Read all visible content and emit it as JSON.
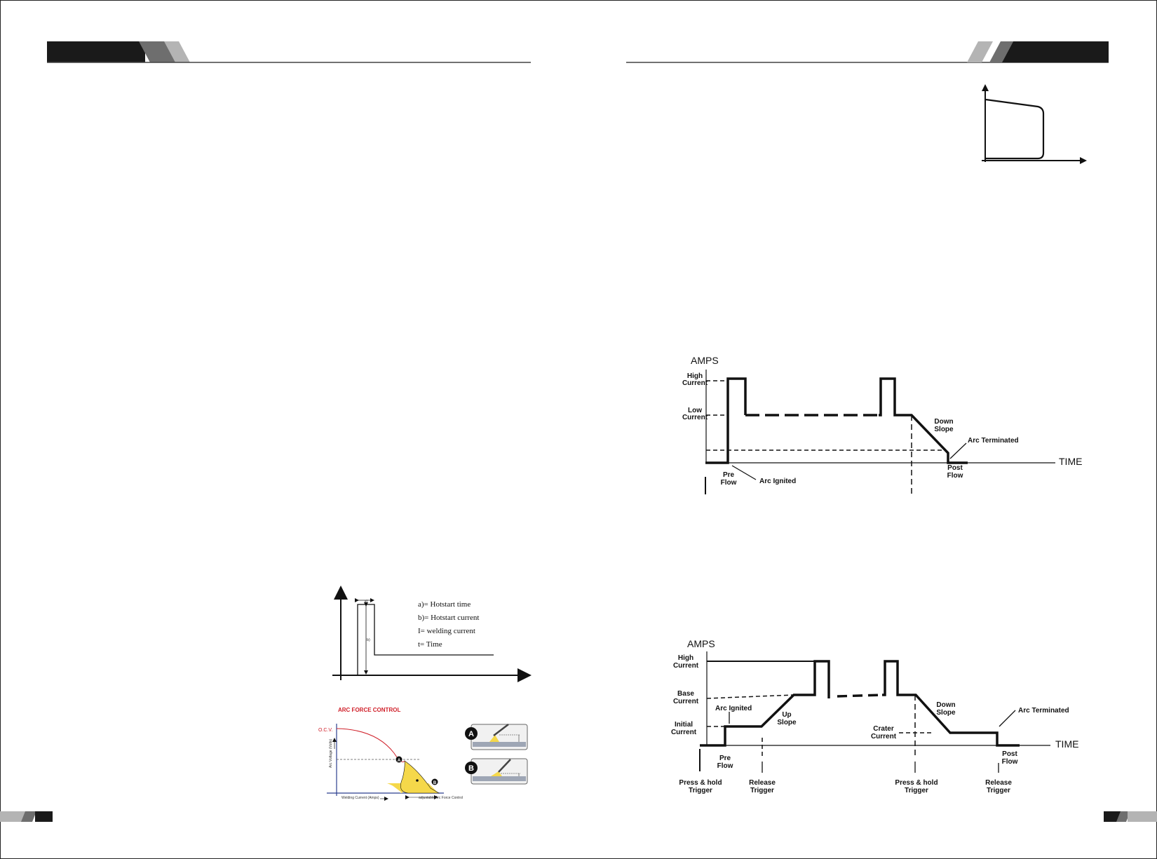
{
  "colors": {
    "bar_dark": "#1a1a1a",
    "bar_mid": "#6e6e6e",
    "bar_light": "#b4b4b4",
    "arc_red": "#d0202a",
    "fill_yellow": "#f5d84a"
  },
  "hotstart": {
    "labels": {
      "a": "a)",
      "b": "b)"
    },
    "legend": [
      "a)= Hotstart time",
      "b)= Hotstart current",
      "I= welding current",
      "t= Time"
    ]
  },
  "arc_force": {
    "title": "ARC FORCE CONTROL",
    "ocv": "O.C.V.",
    "y_axis": "Arc Voltage (Volts)",
    "x_axis": "Welding Current (Amps)",
    "adjustable": "adjustable Arc Force Control",
    "point_a": "A",
    "point_b": "B"
  },
  "diagram2t": {
    "amps": "AMPS",
    "time": "TIME",
    "high_current": [
      "High",
      "Current"
    ],
    "low_current": [
      "Low",
      "Current"
    ],
    "down_slope": [
      "Down",
      "Slope"
    ],
    "arc_terminated": "Arc Terminated",
    "pre_flow": [
      "Pre",
      "Flow"
    ],
    "arc_ignited": "Arc Ignited",
    "post_flow": [
      "Post",
      "Flow"
    ]
  },
  "diagram4t": {
    "amps": "AMPS",
    "time": "TIME",
    "high_current": [
      "High",
      "Current"
    ],
    "base_current": [
      "Base",
      "Current"
    ],
    "initial_current": [
      "Initial",
      "Current"
    ],
    "arc_ignited": "Arc Ignited",
    "up_slope": [
      "Up",
      "Slope"
    ],
    "down_slope": [
      "Down",
      "Slope"
    ],
    "crater_current": [
      "Crater",
      "Current"
    ],
    "arc_terminated": "Arc Terminated",
    "pre_flow": [
      "Pre",
      "Flow"
    ],
    "post_flow": [
      "Post",
      "Flow"
    ],
    "press_hold_1": [
      "Press & hold",
      "Trigger"
    ],
    "release_1": [
      "Release",
      "Trigger"
    ],
    "press_hold_2": [
      "Press & hold",
      "Trigger"
    ],
    "release_2": [
      "Release",
      "Trigger"
    ]
  }
}
